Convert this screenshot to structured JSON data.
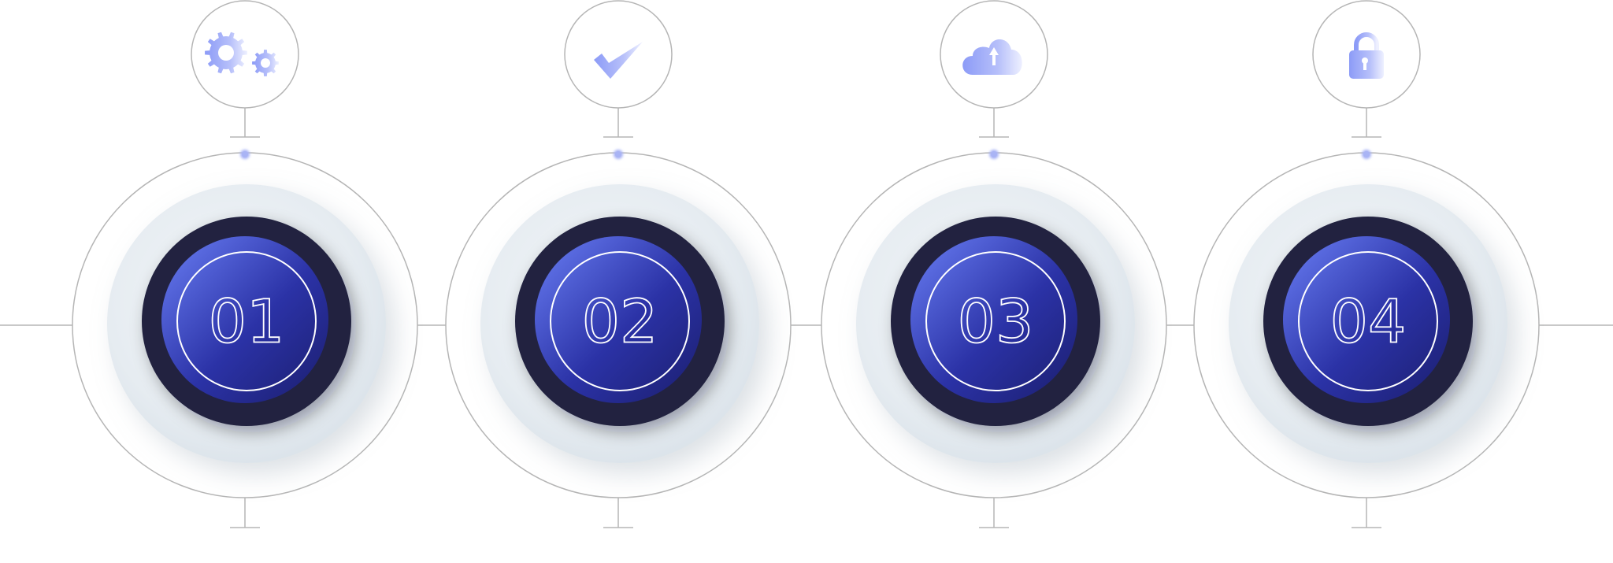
{
  "steps": [
    {
      "number": "01",
      "icon": "gears-icon"
    },
    {
      "number": "02",
      "icon": "checkmark-icon"
    },
    {
      "number": "03",
      "icon": "cloud-upload-icon"
    },
    {
      "number": "04",
      "icon": "padlock-icon"
    }
  ],
  "colors": {
    "line": "#b5b5b5",
    "dark_ring": "#20223f",
    "blue_light": "#6a7ff5",
    "blue_dark": "#1b1e6e",
    "icon_light": "#8c9bf7",
    "icon_fade": "#eef0ff",
    "dot": "#a9b4f5",
    "soft_disc": "#dde5ec"
  }
}
